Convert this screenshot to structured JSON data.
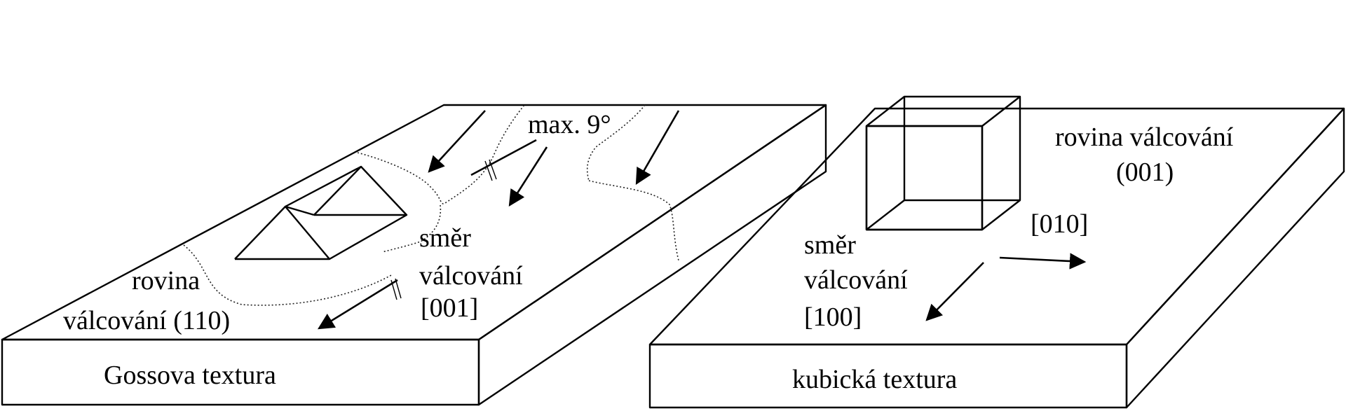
{
  "gauss": {
    "max_angle": "max. 9°",
    "dir_line1": "směr",
    "dir_line2": "válcování",
    "dir_line3": "[001]",
    "plane_line1": "rovina",
    "plane_line2": "válcování (110)",
    "caption": "Gossova textura"
  },
  "cube": {
    "plane_line1": "rovina válcování",
    "plane_line2": "(001)",
    "dir_010": "[010]",
    "dir_line1": "směr",
    "dir_line2": "válcování",
    "dir_line3": "[100]",
    "caption": "kubická textura"
  }
}
